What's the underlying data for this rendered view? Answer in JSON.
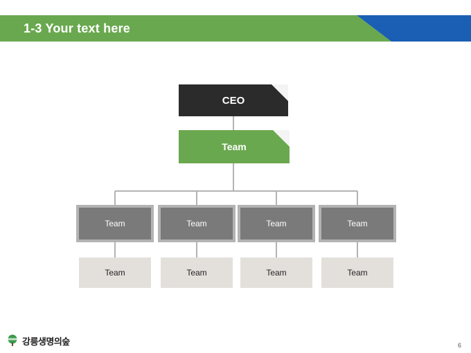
{
  "header": {
    "title": "1-3 Your text here",
    "accent_green": "#6aa84f",
    "accent_blue": "#1a5fb4"
  },
  "org_chart": {
    "top": {
      "label": "CEO",
      "color": "#2b2b2b"
    },
    "second": {
      "label": "Team",
      "color": "#6aa84f"
    },
    "level3": [
      {
        "label": "Team"
      },
      {
        "label": "Team"
      },
      {
        "label": "Team"
      },
      {
        "label": "Team"
      }
    ],
    "level4": [
      {
        "label": "Team"
      },
      {
        "label": "Team"
      },
      {
        "label": "Team"
      },
      {
        "label": "Team"
      }
    ]
  },
  "footer": {
    "logo_text": "강릉생명의숲",
    "logo_icon": "tree-logo-icon",
    "page_number": "6"
  }
}
